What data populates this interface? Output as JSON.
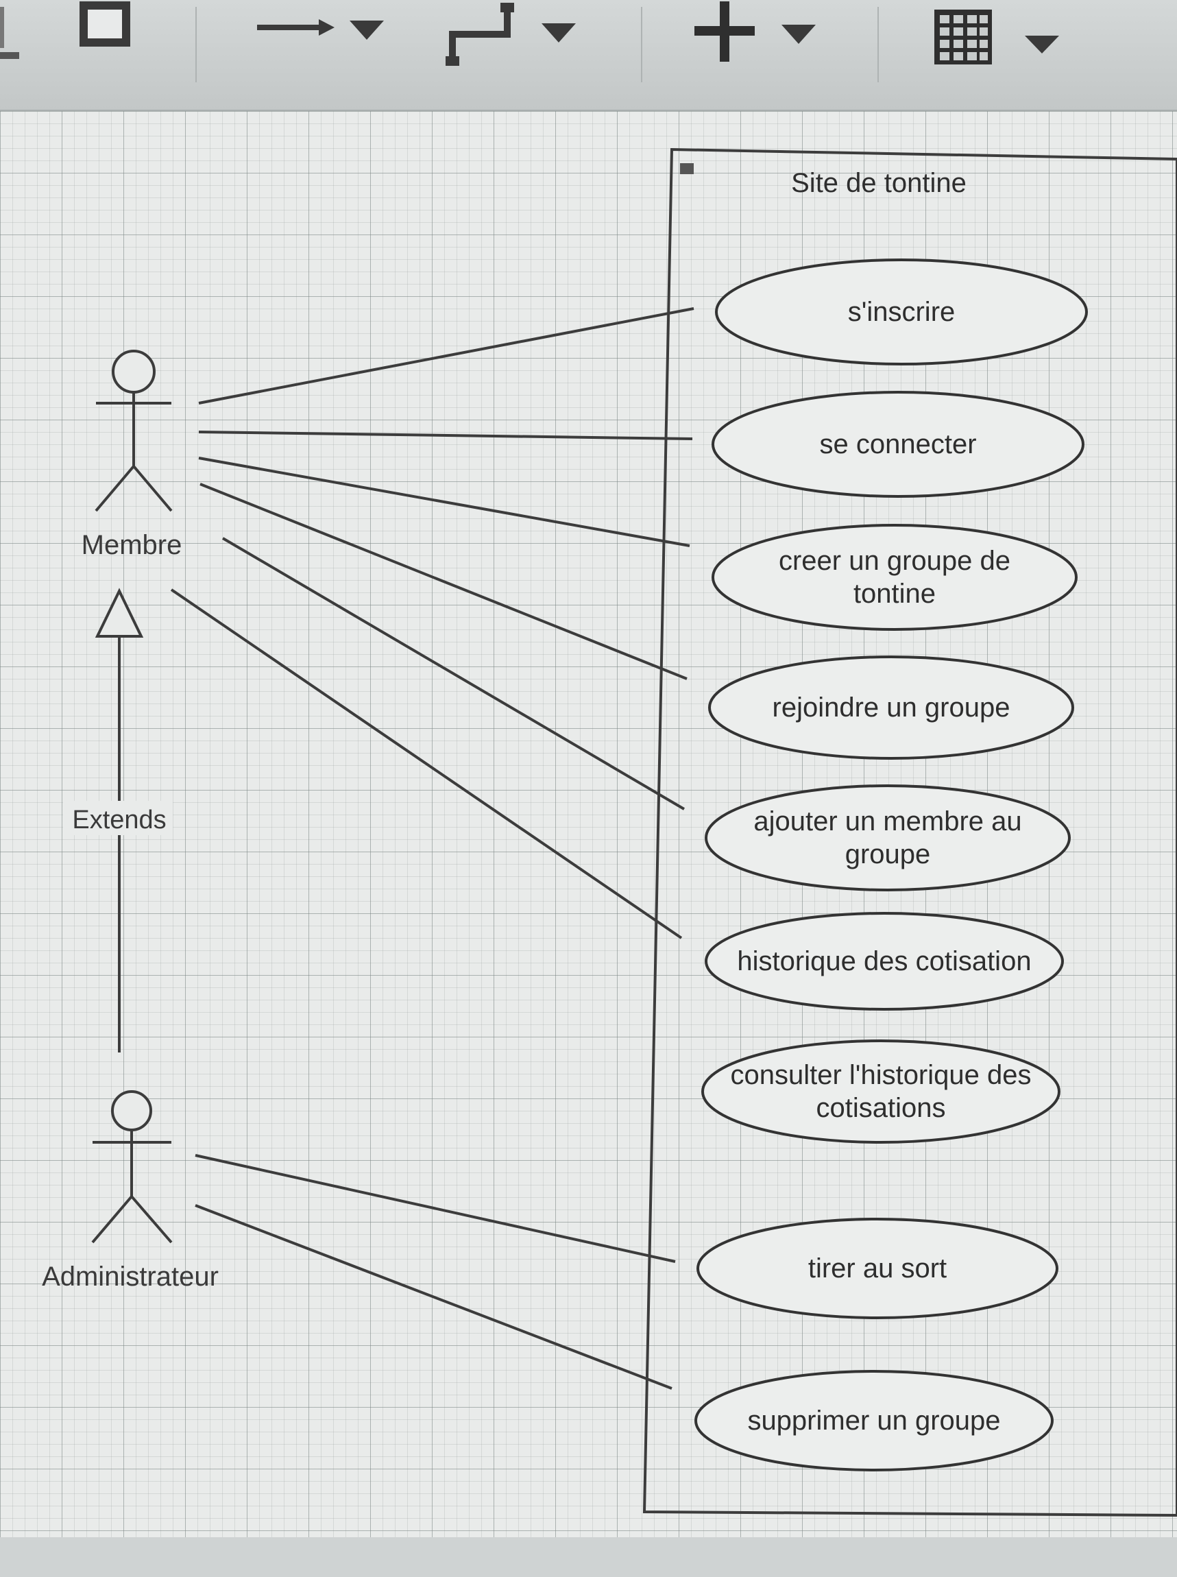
{
  "toolbar": {
    "tools": [
      {
        "name": "shape-tool",
        "icon": "square-icon"
      },
      {
        "name": "arrow-tool",
        "icon": "arrow-right-icon"
      },
      {
        "name": "waypoint-tool",
        "icon": "connector-icon"
      },
      {
        "name": "insert-tool",
        "icon": "plus-icon"
      },
      {
        "name": "table-tool",
        "icon": "grid-icon"
      }
    ]
  },
  "diagram": {
    "system_title": "Site de tontine",
    "actors": [
      {
        "id": "membre",
        "label": "Membre"
      },
      {
        "id": "administrateur",
        "label": "Administrateur"
      }
    ],
    "generalization_label": "Extends",
    "use_cases": [
      {
        "id": "uc1",
        "lines": [
          "s'inscrire"
        ]
      },
      {
        "id": "uc2",
        "lines": [
          "se connecter"
        ]
      },
      {
        "id": "uc3",
        "lines": [
          "creer un groupe de",
          "tontine"
        ]
      },
      {
        "id": "uc4",
        "lines": [
          "rejoindre un groupe"
        ]
      },
      {
        "id": "uc5",
        "lines": [
          "ajouter un membre au",
          "groupe"
        ]
      },
      {
        "id": "uc6",
        "lines": [
          "historique des cotisation"
        ]
      },
      {
        "id": "uc7",
        "lines": [
          "consulter l'historique des",
          "cotisations"
        ]
      },
      {
        "id": "uc8",
        "lines": [
          "tirer au sort"
        ]
      },
      {
        "id": "uc9",
        "lines": [
          "supprimer un groupe"
        ]
      }
    ],
    "associations": [
      {
        "actor": "membre",
        "use_case": "uc1"
      },
      {
        "actor": "membre",
        "use_case": "uc2"
      },
      {
        "actor": "membre",
        "use_case": "uc3"
      },
      {
        "actor": "membre",
        "use_case": "uc4"
      },
      {
        "actor": "membre",
        "use_case": "uc5"
      },
      {
        "actor": "membre",
        "use_case": "uc6"
      },
      {
        "actor": "administrateur",
        "use_case": "uc8"
      },
      {
        "actor": "administrateur",
        "use_case": "uc9"
      }
    ]
  }
}
